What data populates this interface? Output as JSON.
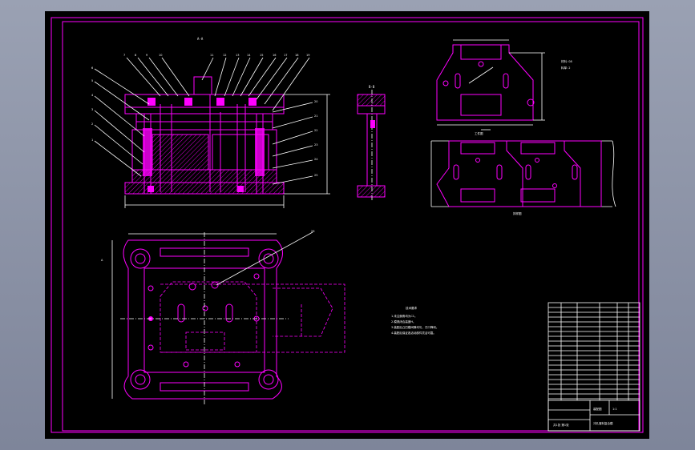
{
  "drawing": {
    "background": "#000000",
    "line_color": "#ff00ff",
    "dim_color": "#ffffff",
    "section_labels": {
      "main_section": "A-A",
      "side_section": "B-B",
      "top_view_caption": "工件图",
      "strip_caption": "排样图"
    },
    "notes": {
      "heading": "技术要求",
      "lines": [
        "1.未注倒角均为C1。",
        "2.模具闭合高度H。",
        "3.装配后凸凹模间隙均匀，刃口锋利。",
        "4.装配后保证各活动部件灵活可靠。"
      ]
    },
    "title_block": {
      "title": "冲孔落料复合模",
      "drawing_no": "装配图",
      "scale": "1:1",
      "sheet": "共1张 第1张"
    }
  }
}
